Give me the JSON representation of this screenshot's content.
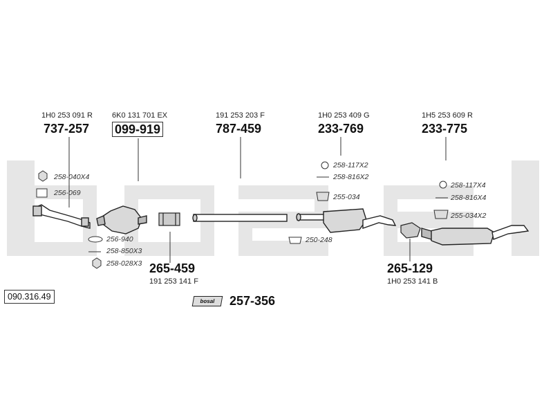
{
  "reference": "090.316.49",
  "watermark": "bosal",
  "parts": {
    "p1": {
      "oem": "1H0 253 091 R",
      "code": "737-257"
    },
    "p2": {
      "oem": "6K0 131 701 EX",
      "code": "099-919"
    },
    "p3": {
      "oem": "191 253 203 F",
      "code": "787-459"
    },
    "p4": {
      "oem": "1H0 253 409 G",
      "code": "233-769"
    },
    "p5": {
      "oem": "1H5 253 609 R",
      "code": "233-775"
    },
    "p6": {
      "oem": "191 253 141 F",
      "code": "265-459"
    },
    "p7": {
      "oem": "1H0 253 141 B",
      "code": "265-129"
    },
    "kit": {
      "code": "257-356",
      "tag": "bosal"
    }
  },
  "fittings": {
    "f1": "258-040X4",
    "f2": "256-069",
    "f3": "256-940",
    "f4": "258-850X3",
    "f5": "258-028X3",
    "f6": "258-117X2",
    "f7": "258-816X2",
    "f8": "255-034",
    "f9": "250-248",
    "f10": "258-117X4",
    "f11": "258-816X4",
    "f12": "255-034X2"
  }
}
